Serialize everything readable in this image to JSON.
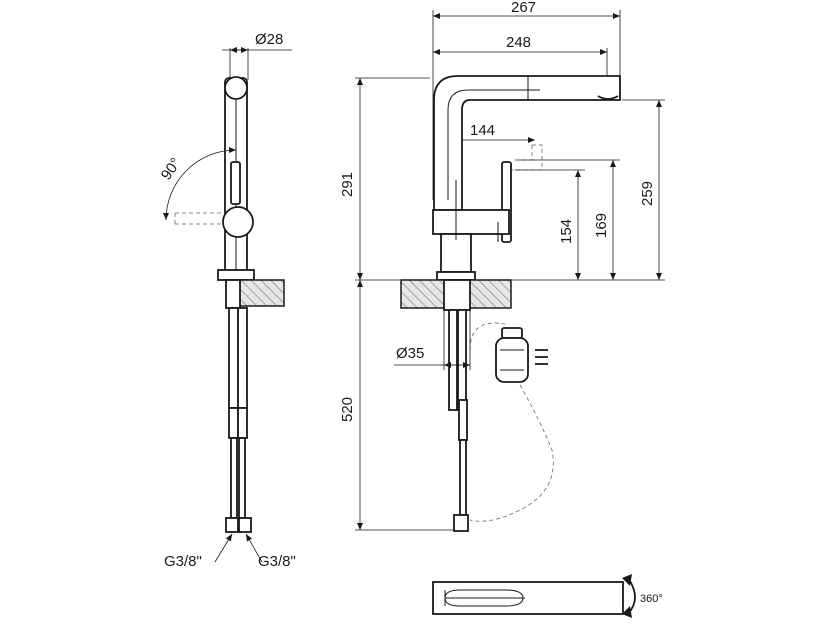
{
  "dimensions": {
    "diameter_spout": "Ø28",
    "diameter_base": "Ø35",
    "rotation_angle": "90°",
    "reach_total": "267",
    "reach_spout": "248",
    "reach_lever": "144",
    "height_total": "291",
    "height_spout": "259",
    "height_lever_top": "169",
    "height_lever": "154",
    "hose_length": "520",
    "thread_left": "G3/8\"",
    "thread_right": "G3/8\"",
    "swivel_angle": "360°"
  },
  "colors": {
    "line": "#1a1a1a",
    "ghost": "#666666",
    "background": "#ffffff"
  },
  "icons": {
    "rotation_arrow": "curved-double-arrow-icon"
  }
}
